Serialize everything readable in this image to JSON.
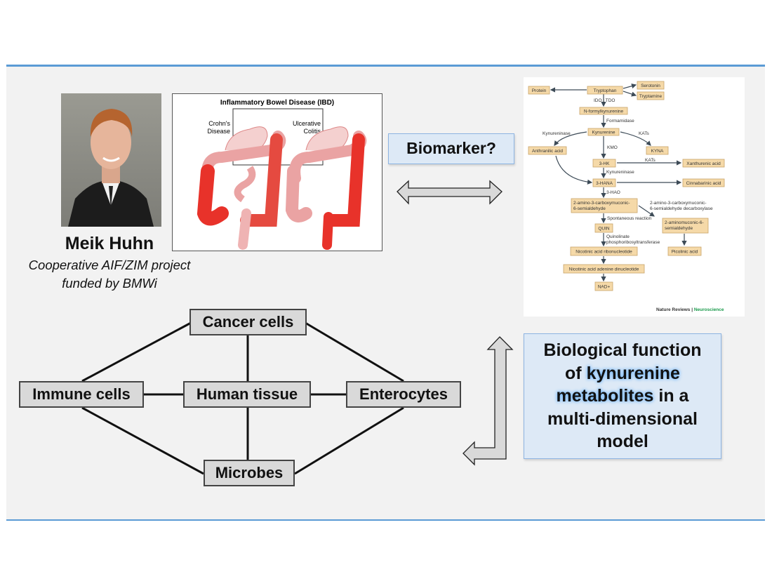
{
  "person": {
    "name": "Meik Huhn",
    "subtitle_line1": "Cooperative AIF/ZIM project",
    "subtitle_line2": "funded by BMWi"
  },
  "ibd_figure": {
    "title": "Inflammatory Bowel Disease (IBD)",
    "left_label_1": "Crohn's",
    "left_label_2": "Disease",
    "right_label_1": "Ulcerative",
    "right_label_2": "Colitis"
  },
  "biomarker": {
    "label": "Biomarker?"
  },
  "function_box": {
    "line1": "Biological function",
    "line2_pre": "of ",
    "line2_highlight": "kynurenine",
    "line3_highlight": "metabolites",
    "line3_post": " in a",
    "line4": "multi-dimensional",
    "line5": "model"
  },
  "network": {
    "nodes": [
      "Cancer cells",
      "Immune cells",
      "Human tissue",
      "Enterocytes",
      "Microbes"
    ]
  },
  "pathway": {
    "nodes": {
      "protein": "Protein",
      "tryptophan": "Tryptophan",
      "serotonin": "Serotonin",
      "tryptamine": "Tryptamine",
      "nfk": "N-formylkynurenine",
      "kynurenine": "Kynurenine",
      "anthranilic": "Anthranilic acid",
      "kyna": "KYNA",
      "hk": "3-HK",
      "xanthurenic": "Xanthurenic acid",
      "hana": "3-HANA",
      "cinnabarinic": "Cinnabarinic acid",
      "acms1": "2-amino-3-carboxymuconic-",
      "acms2": "6-semialdehyde",
      "ams1": "2-aminomuconic-6-",
      "ams2": "semialdehyde",
      "quin": "QUIN",
      "picolinic": "Picolinic acid",
      "namn": "Nicotinic acid ribonucleotide",
      "naad": "Nicotinic acid adenine dinucleotide",
      "nad": "NAD+"
    },
    "enzymes": {
      "ido_tdo": "IDO | TDO",
      "formamidase": "Formamidase",
      "kynureninase1": "Kynureninase",
      "kats1": "KATs",
      "kmo": "KMO",
      "kats2": "KATs",
      "kynureninase2": "Kynureninase",
      "hao": "3-HAO",
      "decarb1": "2-amino-3-carboxymuconic-",
      "decarb2": "6-semialdehyde decarboxylase",
      "spontaneous": "Spontaneous reaction",
      "qprt1": "Quinolinate",
      "qprt2": "phosphoribosyltransferase"
    },
    "credit_journal": "Nature Reviews",
    "credit_sep": " | ",
    "credit_section": "Neuroscience"
  },
  "colors": {
    "accent_line": "#5b9bd5",
    "box_fill": "#dde9f6",
    "pathway_node": "#f5d9a8",
    "inflammation": "#e8322a",
    "credit_green": "#1a9a4b"
  }
}
